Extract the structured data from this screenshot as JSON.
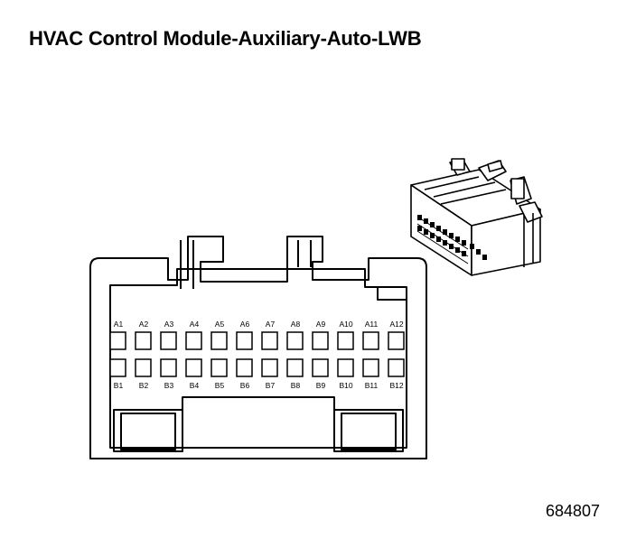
{
  "title": "HVAC Control Module-Auxiliary-Auto-LWB",
  "figure_id": "684807",
  "connector": {
    "row_a_pins": [
      "A1",
      "A2",
      "A3",
      "A4",
      "A5",
      "A6",
      "A7",
      "A8",
      "A9",
      "A10",
      "A11",
      "A12"
    ],
    "row_b_pins": [
      "B1",
      "B2",
      "B3",
      "B4",
      "B5",
      "B6",
      "B7",
      "B8",
      "B9",
      "B10",
      "B11",
      "B12"
    ]
  }
}
